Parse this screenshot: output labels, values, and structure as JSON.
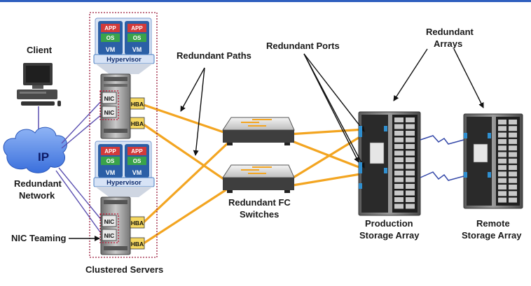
{
  "labels": {
    "client": "Client",
    "ip": "IP",
    "redundant_network_1": "Redundant",
    "redundant_network_2": "Network",
    "nic_teaming": "NIC Teaming",
    "clustered_servers": "Clustered Servers",
    "redundant_paths": "Redundant Paths",
    "redundant_ports": "Redundant Ports",
    "redundant_arrays_1": "Redundant",
    "redundant_arrays_2": "Arrays",
    "redundant_fc_1": "Redundant FC",
    "redundant_fc_2": "Switches",
    "production_1": "Production",
    "production_2": "Storage Array",
    "remote_1": "Remote",
    "remote_2": "Storage Array"
  },
  "server_stack": {
    "app": "APP",
    "os": "OS",
    "vm": "VM",
    "hypervisor": "Hypervisor",
    "nic": "NIC",
    "hba": "HBA"
  },
  "colors": {
    "path_orange": "#f3a521",
    "network_purple": "#5a4fb0",
    "replication_blue": "#3347a8",
    "cluster_border": "#9b1b3a",
    "vm_blue": "#2b5fa6",
    "hypervisor_blue": "#4a7fc1",
    "app_red": "#d23a3a",
    "os_green": "#3aa34a",
    "hba_yellow": "#f6d860",
    "port_blue": "#2f8fd0",
    "cloud_blue": "#4f86e6",
    "top_bar_blue": "#2f5fbf"
  }
}
